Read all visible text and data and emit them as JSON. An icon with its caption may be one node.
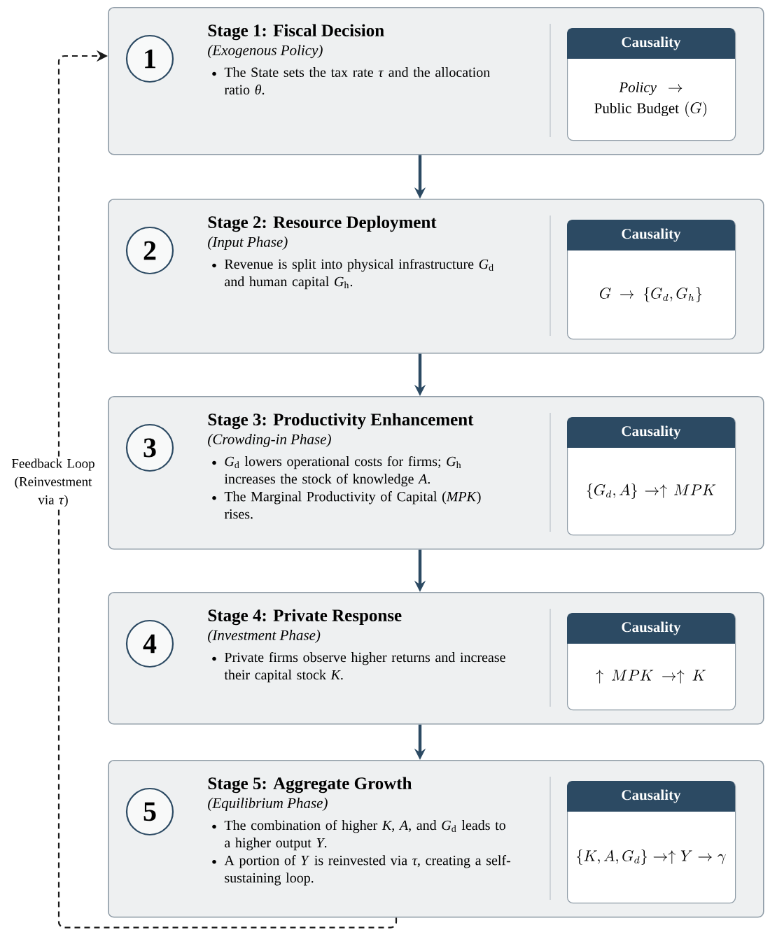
{
  "diagram": {
    "nodes": [
      {
        "text": [
          "Stage 1:  Fiscal Decision",
          "(Exogenous Policy)",
          "The State sets the tax rate *τ* and the allocation ratio *θ*."
        ]
      },
      {
        "text": [
          "1"
        ],
        "in": 0
      },
      {
        "text": [
          "Causality",
          "\\mathit{Policy} \\rightarrow \\mathrm{Public\\ Budget}\\ (G)"
        ],
        "in": 0
      },
      {
        "text": [
          "Stage 2:  Resource Deployment",
          "(Input Phase)",
          "Revenue is split into physical infrastructure *G*$_{d}$ and human capital *G*$_{h}$."
        ]
      },
      {
        "text": [
          "2"
        ],
        "in": 3
      },
      {
        "text": [
          "Causality",
          "G \\rightarrow \\{G_d, G_h\\}"
        ],
        "in": 3
      },
      {
        "text": [
          "Stage 3:  Productivity Enhancement",
          "(Crowding-in Phase)",
          "*G*$_{d}$ lowers operational costs for firms; *G*$_{h}$ increases the stock of knowledge *A*.",
          "The Marginal Productivity of Capital (*MPK*) rises."
        ]
      },
      {
        "text": [
          "3"
        ],
        "in": 6
      },
      {
        "text": [
          "Causality",
          "\\{G_d, A\\} \\rightarrow \\uparrow MPK"
        ],
        "in": 6
      },
      {
        "text": [
          "Stage 4:  Private Response",
          "(Investment Phase)",
          "Private firms observe higher returns and increase their capital stock *K*."
        ]
      },
      {
        "text": [
          "4"
        ],
        "in": 9
      },
      {
        "text": [
          "Causality",
          "\\uparrow MPK \\rightarrow \\uparrow K"
        ],
        "in": 9
      },
      {
        "text": [
          "Stage 5:  Aggregate Growth",
          "(Equilibrium Phase)",
          "The combination of higher *K*, *A*, and *G*$_{d}$ leads to a higher output *Y*.",
          "A portion of *Y* is reinvested via *τ*, creating a self-sustaining loop."
        ]
      },
      {
        "text": [
          "5"
        ],
        "in": 12
      },
      {
        "text": [
          "Causality",
          "\\{K, A, G_d\\} \\rightarrow \\uparrow Y \\rightarrow \\gamma"
        ],
        "in": 12
      }
    ],
    "edges": [
      {
        "from": 0,
        "to": 3,
        "arrow": "to"
      },
      {
        "from": 3,
        "to": 6,
        "arrow": "to"
      },
      {
        "from": 6,
        "to": 9,
        "arrow": "to"
      },
      {
        "from": 9,
        "to": 12,
        "arrow": "to"
      },
      {
        "from": 12,
        "to": 0,
        "arrow": "to",
        "label": "Feedback Loop (Reinvestment via *τ*)",
        "style": "dashed",
        "color": "#1a1a1a"
      }
    ]
  }
}
